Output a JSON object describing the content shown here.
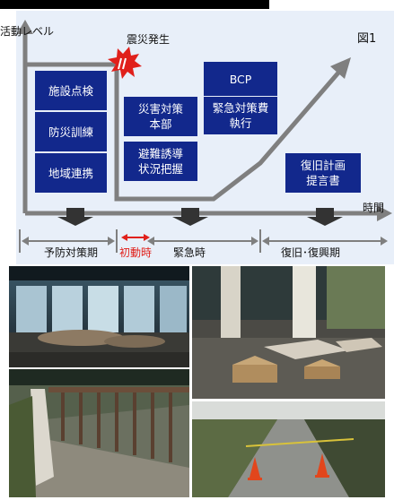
{
  "diagram": {
    "y_axis_label": "活動レベル",
    "x_axis_label": "時間",
    "figure_label": "図1",
    "quake_label": "震災発生",
    "boxes": {
      "b1": "施設点検",
      "b2": "防災訓練",
      "b3": "地域連携",
      "b4": "災害対策\n本部",
      "b5": "避難誘導\n状況把握",
      "b6": "BCP",
      "b7": "緊急対策費\n執行",
      "b8": "復旧計画\n提言書"
    },
    "phases": {
      "prevention": "予防対策期",
      "initial": "初動時",
      "emergency": "緊急時",
      "recovery": "復旧･復興期"
    },
    "colors": {
      "box": "#12288c",
      "axis": "#7f7f7f",
      "initial": "#e0201b",
      "background": "#e8eff9"
    }
  },
  "photos": [
    {
      "name": "lobby-window-photo",
      "icon": "photo-icon"
    },
    {
      "name": "lobby-boxes-photo",
      "icon": "photo-icon"
    },
    {
      "name": "walkway-railing-photo",
      "icon": "photo-icon"
    },
    {
      "name": "path-cones-photo",
      "icon": "photo-icon"
    }
  ]
}
